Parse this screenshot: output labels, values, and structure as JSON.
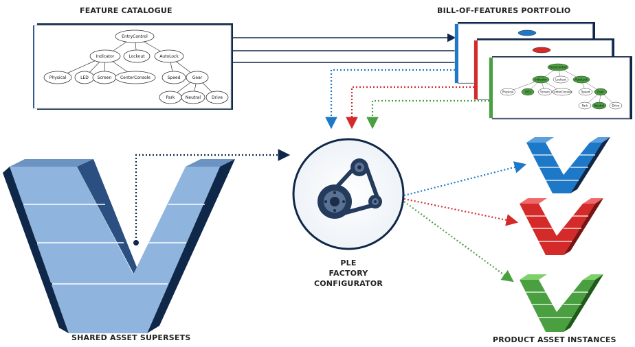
{
  "labels": {
    "feature_catalogue": "FEATURE CATALOGUE",
    "bill_of_features": "BILL-OF-FEATURES PORTFOLIO",
    "shared_assets": "SHARED ASSET SUPERSETS",
    "configurator_line1": "PLE",
    "configurator_line2": "FACTORY",
    "configurator_line3": "CONFIGURATOR",
    "product_instances": "PRODUCT ASSET INSTANCES"
  },
  "feature_tree": {
    "root": "EntryControl",
    "level1": [
      "Indicator",
      "Lockout",
      "AutoLock"
    ],
    "indicator_children": [
      "Physical",
      "LED",
      "Screen",
      "CenterConsole"
    ],
    "autolock_children": [
      "Speed",
      "Gear"
    ],
    "gear_children": [
      "Park",
      "Neutral",
      "Drive"
    ]
  },
  "colors": {
    "blue": "#1e78c8",
    "red": "#d42a2a",
    "green": "#4aa040",
    "navy": "#0f2748",
    "superset_face": "#8fb5de"
  },
  "icons": {
    "configurator": "pulley-belt-icon"
  }
}
